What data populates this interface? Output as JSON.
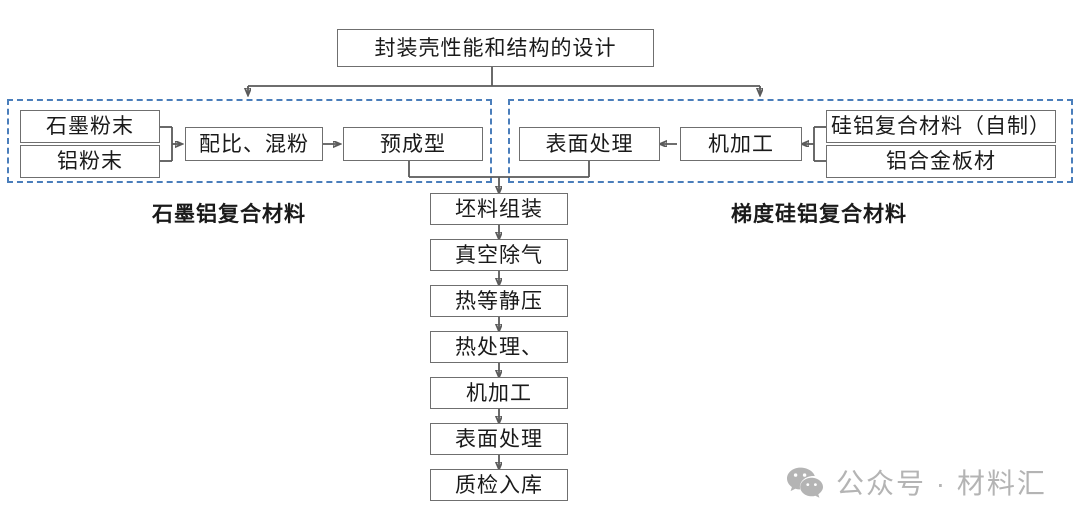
{
  "diagram": {
    "title_box": {
      "label": "封装壳性能和结构的设计"
    },
    "left_region": {
      "caption": "石墨铝复合材料",
      "inputs": [
        {
          "label": "石墨粉末"
        },
        {
          "label": "铝粉末"
        }
      ],
      "steps": [
        {
          "label": "配比、混粉"
        },
        {
          "label": "预成型"
        }
      ]
    },
    "right_region": {
      "caption": "梯度硅铝复合材料",
      "inputs": [
        {
          "label": "硅铝复合材料（自制）"
        },
        {
          "label": "铝合金板材"
        }
      ],
      "steps": [
        {
          "label": "机加工"
        },
        {
          "label": "表面处理"
        }
      ]
    },
    "main_chain": [
      {
        "label": "坯料组装"
      },
      {
        "label": "真空除气"
      },
      {
        "label": "热等静压"
      },
      {
        "label": "热处理、"
      },
      {
        "label": "机加工"
      },
      {
        "label": "表面处理"
      },
      {
        "label": "质检入库"
      }
    ]
  },
  "watermark": {
    "icon": "wechat-icon",
    "text": "公众号 · 材料汇"
  },
  "colors": {
    "region_border": "#4a7ebb",
    "box_border": "#6f6f6f",
    "connector": "#5a5a5a",
    "watermark": "#b4b4b4"
  }
}
